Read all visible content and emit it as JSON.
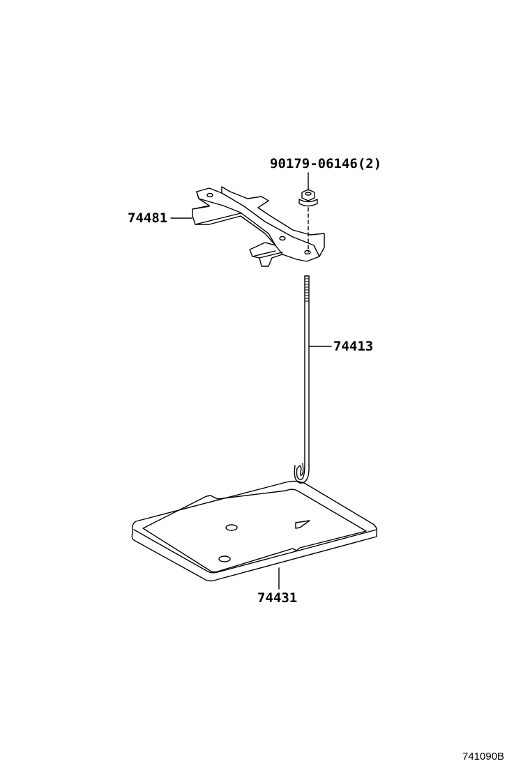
{
  "diagram": {
    "parts": [
      {
        "part_number": "90179-06146(2)",
        "description_icon": "flange-nut"
      },
      {
        "part_number": "74481",
        "description_icon": "battery-clamp-bracket"
      },
      {
        "part_number": "74413",
        "description_icon": "battery-hold-down-rod"
      },
      {
        "part_number": "74431",
        "description_icon": "battery-tray"
      }
    ],
    "figure_code": "741090B",
    "line_color": "#000000",
    "background": "#ffffff"
  }
}
